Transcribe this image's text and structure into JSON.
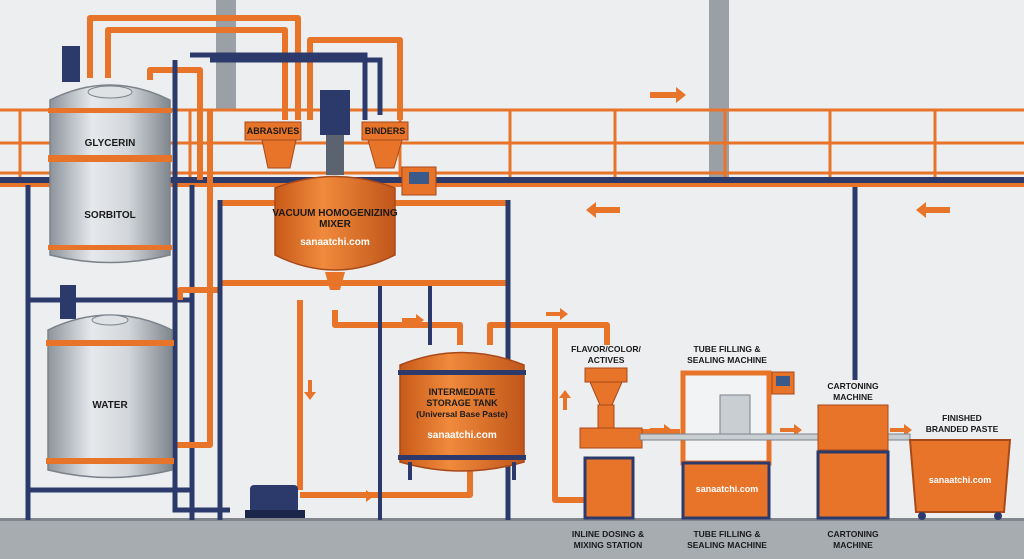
{
  "tanks": {
    "glycerin": "GLYCERIN",
    "sorbitol": "SORBITOL",
    "water": "WATER"
  },
  "hoppers": {
    "abrasives": "ABRASIVES",
    "binders": "BINDERS"
  },
  "mixer": {
    "line1": "VACUUM HOMOGENIZING",
    "line2": "MIXER",
    "watermark": "sanaatchi.com"
  },
  "storage": {
    "line1": "INTERMEDIATE",
    "line2": "STORAGE TANK",
    "line3": "(Universal Base Paste)",
    "watermark": "sanaatchi.com"
  },
  "dosing": {
    "top1": "FLAVOR/COLOR/",
    "top2": "ACTIVES",
    "bottom1": "INLINE DOSING &",
    "bottom2": "MIXING STATION"
  },
  "filling": {
    "top1": "TUBE FILLING &",
    "top2": "SEALING MACHINE",
    "bottom1": "TUBE FILLING &",
    "bottom2": "SEALING MACHINE",
    "watermark": "sanaatchi.com"
  },
  "cartoning": {
    "top1": "CARTONING",
    "top2": "MACHINE",
    "bottom1": "CARTONING",
    "bottom2": "MACHINE"
  },
  "finished": {
    "line1": "FINISHED",
    "line2": "BRANDED PASTE",
    "watermark": "sanaatchi.com"
  },
  "colors": {
    "orange": "#e8742a",
    "navy": "#2b3a6b",
    "steel": "#c9ced3",
    "floor": "#9aa0a6"
  }
}
